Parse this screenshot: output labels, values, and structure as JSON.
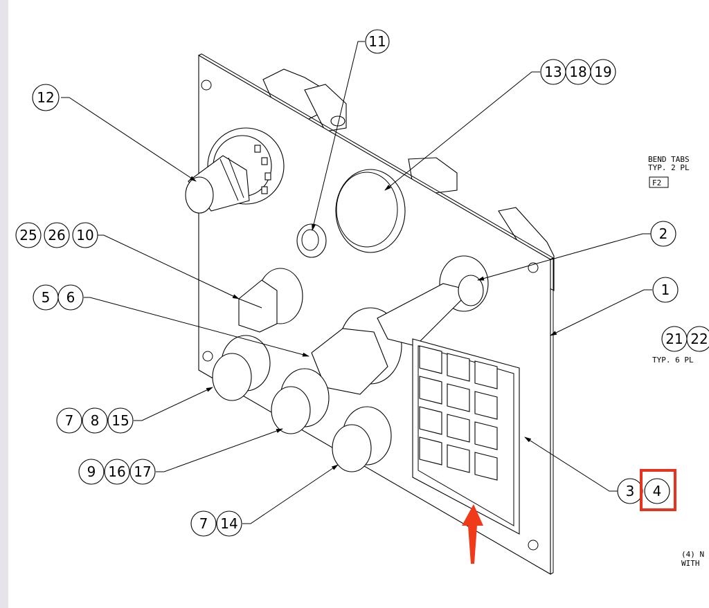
{
  "callouts": {
    "c11": [
      "11"
    ],
    "c12": [
      "12"
    ],
    "c131819": [
      "13",
      "18",
      "19"
    ],
    "c25": [
      "25",
      "26",
      "10"
    ],
    "c56": [
      "5",
      "6"
    ],
    "c2": [
      "2"
    ],
    "c1": [
      "1"
    ],
    "c2122": [
      "21",
      "22"
    ],
    "c7815": [
      "7",
      "8",
      "15"
    ],
    "c91617": [
      "9",
      "16",
      "17"
    ],
    "c714": [
      "7",
      "14"
    ],
    "c34": [
      "3",
      "4"
    ]
  },
  "notes": {
    "bend_line1": "BEND TABS",
    "bend_line2": "TYP. 2 PL",
    "bend_tag": "F2",
    "typ6": "TYP. 6 PL",
    "bottom_line1": "(4) N",
    "bottom_line2": "WITH"
  },
  "highlight": {
    "target": "4",
    "color": "#e8321e"
  },
  "arrow": {
    "color": "#f03a1a"
  }
}
